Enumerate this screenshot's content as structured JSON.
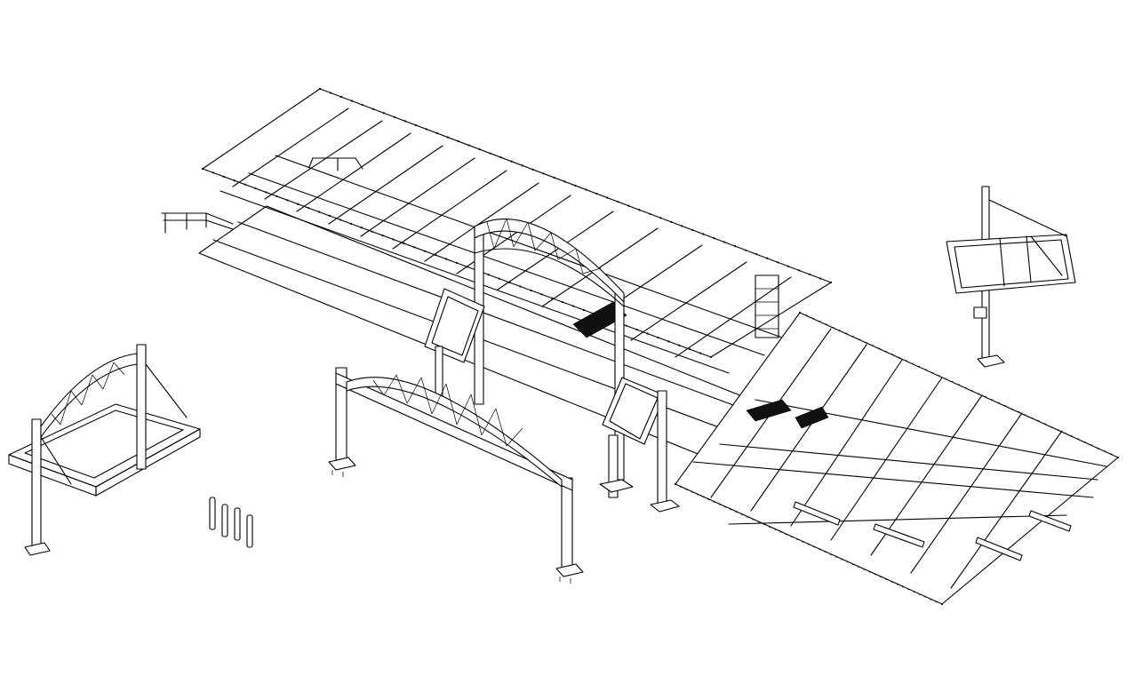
{
  "drawing": {
    "background_color": "#ffffff",
    "line_color": "#000000",
    "components": [
      "floor-deck-left",
      "floor-deck-right",
      "arched-truss-portal-front",
      "arched-truss-portal-back",
      "truss-canopy-left",
      "tower-frame-right",
      "bollard-posts",
      "stair-railings"
    ]
  }
}
